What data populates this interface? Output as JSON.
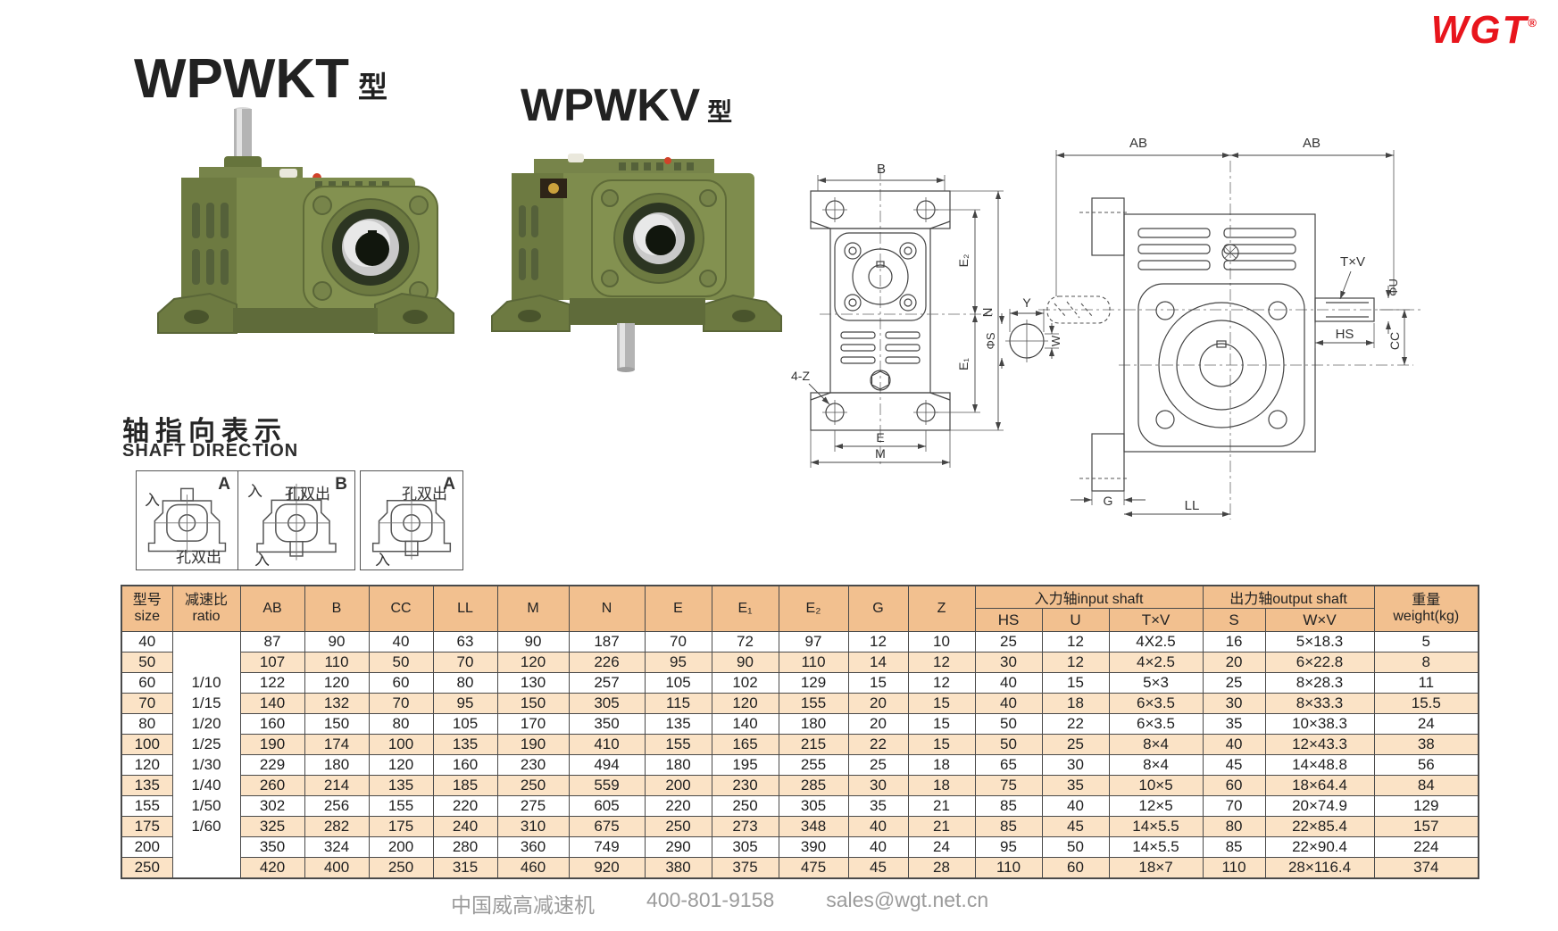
{
  "brand": {
    "name": "WGT",
    "reg": "®"
  },
  "titles": {
    "left": "WPWKT",
    "left_suffix": "型",
    "right": "WPWKV",
    "right_suffix": "型"
  },
  "shaft_direction": {
    "cn": "轴指向表示",
    "en": "SHAFT DIRECTION"
  },
  "shaft_boxes": [
    {
      "corner": "A",
      "top_left": "入",
      "top_right": "",
      "bottom_left": "",
      "bottom_right": "孔双出"
    },
    {
      "corner": "B",
      "top_left": "入",
      "top_right": "孔双出",
      "bottom_left": "入",
      "bottom_right": ""
    },
    {
      "corner": "A",
      "top_left": "",
      "top_right": "孔双出",
      "bottom_left": "入",
      "bottom_right": ""
    }
  ],
  "drawings": {
    "front": {
      "b": "B",
      "e2": "E₂",
      "n": "N",
      "e1": "E₁",
      "four_z": "4-Z",
      "e": "E",
      "m": "M",
      "y": "Y",
      "w": "W",
      "phi_s": "ΦS"
    },
    "side": {
      "ab_left": "AB",
      "ab_right": "AB",
      "txv": "T×V",
      "phi_u": "ΦU",
      "hs": "HS",
      "cc": "CC",
      "g": "G",
      "ll": "LL"
    }
  },
  "table": {
    "headers": {
      "size_cn": "型号",
      "size_en": "size",
      "ratio_cn": "减速比",
      "ratio_en": "ratio",
      "cols": [
        "AB",
        "B",
        "CC",
        "LL",
        "M",
        "N",
        "E",
        "E₁",
        "E₂",
        "G",
        "Z"
      ],
      "input_group": "入力轴input shaft",
      "output_group": "出力轴output shaft",
      "input_cols": [
        "HS",
        "U",
        "T×V"
      ],
      "output_cols": [
        "S",
        "W×V"
      ],
      "weight_cn": "重量",
      "weight_en": "weight(kg)"
    },
    "rows": [
      {
        "size": "40",
        "ratio": "",
        "values": [
          "87",
          "90",
          "40",
          "63",
          "90",
          "187",
          "70",
          "72",
          "97",
          "12",
          "10",
          "25",
          "12",
          "4X2.5",
          "16",
          "5×18.3",
          "5"
        ]
      },
      {
        "size": "50",
        "ratio": "",
        "values": [
          "107",
          "110",
          "50",
          "70",
          "120",
          "226",
          "95",
          "90",
          "110",
          "14",
          "12",
          "30",
          "12",
          "4×2.5",
          "20",
          "6×22.8",
          "8"
        ]
      },
      {
        "size": "60",
        "ratio": "1/10",
        "values": [
          "122",
          "120",
          "60",
          "80",
          "130",
          "257",
          "105",
          "102",
          "129",
          "15",
          "12",
          "40",
          "15",
          "5×3",
          "25",
          "8×28.3",
          "11"
        ]
      },
      {
        "size": "70",
        "ratio": "1/15",
        "values": [
          "140",
          "132",
          "70",
          "95",
          "150",
          "305",
          "115",
          "120",
          "155",
          "20",
          "15",
          "40",
          "18",
          "6×3.5",
          "30",
          "8×33.3",
          "15.5"
        ]
      },
      {
        "size": "80",
        "ratio": "1/20",
        "values": [
          "160",
          "150",
          "80",
          "105",
          "170",
          "350",
          "135",
          "140",
          "180",
          "20",
          "15",
          "50",
          "22",
          "6×3.5",
          "35",
          "10×38.3",
          "24"
        ]
      },
      {
        "size": "100",
        "ratio": "1/25",
        "values": [
          "190",
          "174",
          "100",
          "135",
          "190",
          "410",
          "155",
          "165",
          "215",
          "22",
          "15",
          "50",
          "25",
          "8×4",
          "40",
          "12×43.3",
          "38"
        ]
      },
      {
        "size": "120",
        "ratio": "1/30",
        "values": [
          "229",
          "180",
          "120",
          "160",
          "230",
          "494",
          "180",
          "195",
          "255",
          "25",
          "18",
          "65",
          "30",
          "8×4",
          "45",
          "14×48.8",
          "56"
        ]
      },
      {
        "size": "135",
        "ratio": "1/40",
        "values": [
          "260",
          "214",
          "135",
          "185",
          "250",
          "559",
          "200",
          "230",
          "285",
          "30",
          "18",
          "75",
          "35",
          "10×5",
          "60",
          "18×64.4",
          "84"
        ]
      },
      {
        "size": "155",
        "ratio": "1/50",
        "values": [
          "302",
          "256",
          "155",
          "220",
          "275",
          "605",
          "220",
          "250",
          "305",
          "35",
          "21",
          "85",
          "40",
          "12×5",
          "70",
          "20×74.9",
          "129"
        ]
      },
      {
        "size": "175",
        "ratio": "1/60",
        "values": [
          "325",
          "282",
          "175",
          "240",
          "310",
          "675",
          "250",
          "273",
          "348",
          "40",
          "21",
          "85",
          "45",
          "14×5.5",
          "80",
          "22×85.4",
          "157"
        ]
      },
      {
        "size": "200",
        "ratio": "",
        "values": [
          "350",
          "324",
          "200",
          "280",
          "360",
          "749",
          "290",
          "305",
          "390",
          "40",
          "24",
          "95",
          "50",
          "14×5.5",
          "85",
          "22×90.4",
          "224"
        ]
      },
      {
        "size": "250",
        "ratio": "",
        "values": [
          "420",
          "400",
          "250",
          "315",
          "460",
          "920",
          "380",
          "375",
          "475",
          "45",
          "28",
          "110",
          "60",
          "18×7",
          "110",
          "28×116.4",
          "374"
        ]
      }
    ]
  },
  "footer": {
    "company": "中国威高减速机",
    "phone": "400-801-9158",
    "email": "sales@wgt.net.cn"
  },
  "colors": {
    "accent_red": "#e8151c",
    "table_header": "#f2c08f",
    "table_row_alt": "#fbe3c6",
    "machine_olive": "#7e8c4d"
  }
}
